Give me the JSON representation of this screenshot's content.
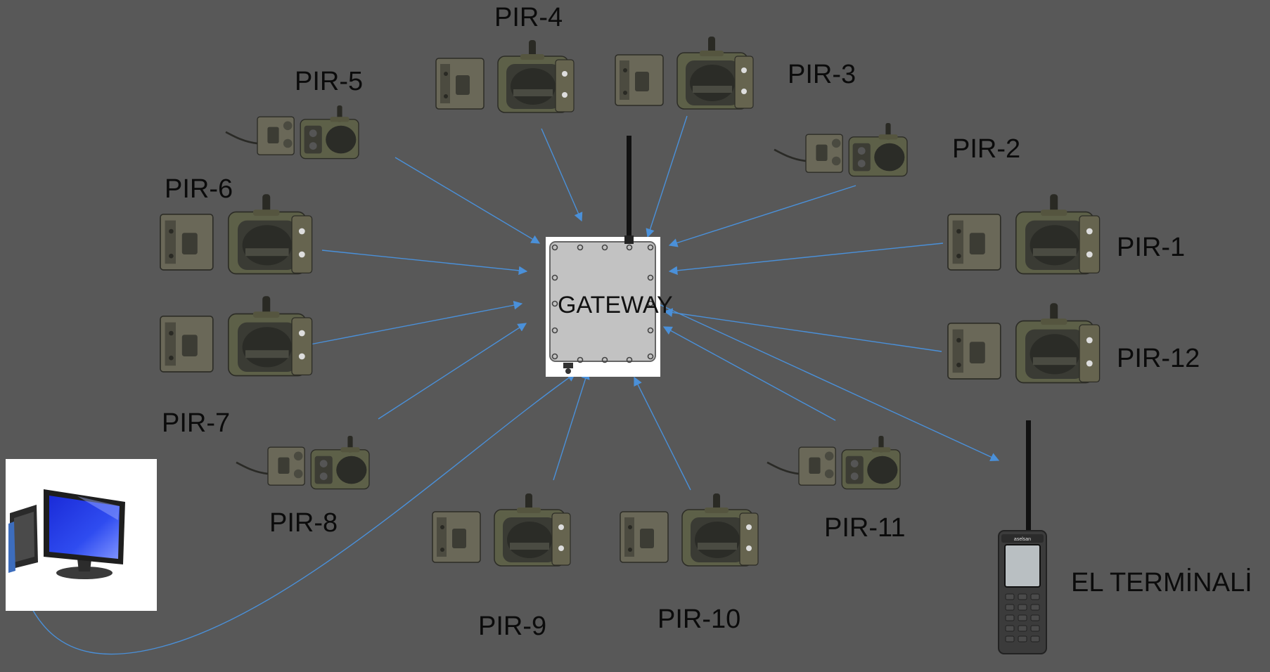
{
  "gateway": {
    "label": "GATEWAY"
  },
  "terminal": {
    "label": "EL TERMİNALİ",
    "brand": "aselsan"
  },
  "computer": {
    "name": "computer"
  },
  "sensors": [
    {
      "id": "pir-1",
      "label": "PIR-1"
    },
    {
      "id": "pir-2",
      "label": "PIR-2"
    },
    {
      "id": "pir-3",
      "label": "PIR-3"
    },
    {
      "id": "pir-4",
      "label": "PIR-4"
    },
    {
      "id": "pir-5",
      "label": "PIR-5"
    },
    {
      "id": "pir-6",
      "label": "PIR-6"
    },
    {
      "id": "pir-7",
      "label": "PIR-7"
    },
    {
      "id": "pir-8",
      "label": "PIR-8"
    },
    {
      "id": "pir-9",
      "label": "PIR-9"
    },
    {
      "id": "pir-10",
      "label": "PIR-10"
    },
    {
      "id": "pir-11",
      "label": "PIR-11"
    },
    {
      "id": "pir-12",
      "label": "PIR-12"
    }
  ],
  "colors": {
    "background": "#585858",
    "arrow": "#4a90d9",
    "device_olive": "#5d6048",
    "device_dark": "#3e3f33",
    "gateway_panel": "#c2c2c2"
  }
}
